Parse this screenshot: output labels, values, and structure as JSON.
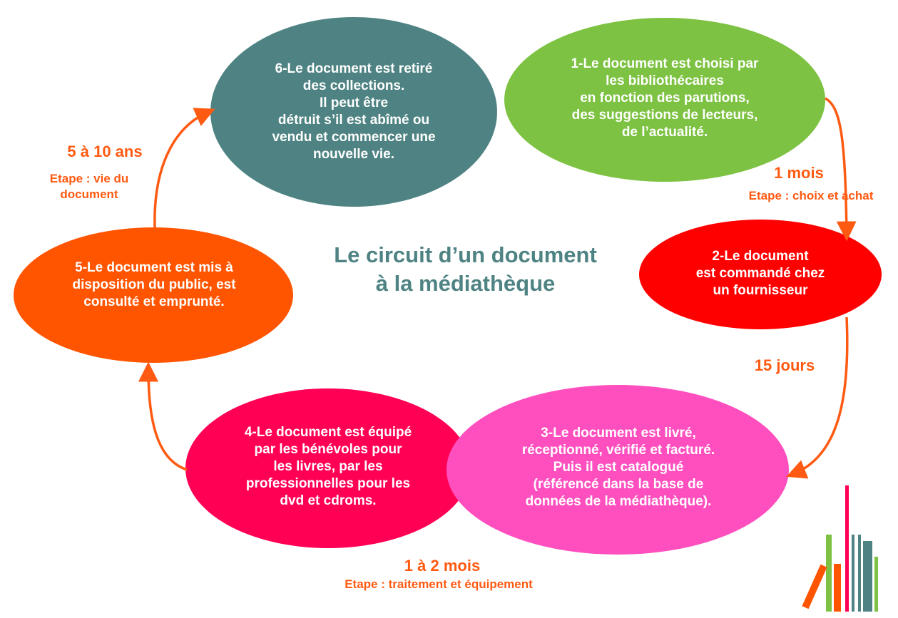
{
  "title": "Le circuit d’un document\nà la médiathèque",
  "colors": {
    "teal": "#4f8383",
    "green": "#7dc242",
    "red": "#ff0000",
    "pink": "#ff4fbf",
    "crimson": "#ff0055",
    "orange": "#ff5500",
    "arrow": "#ff5a12"
  },
  "steps": [
    {
      "id": 1,
      "text": "1-Le document est choisi par\nles bibliothécaires\nen fonction des parutions,\ndes suggestions de lecteurs,\nde l’actualité."
    },
    {
      "id": 2,
      "text": "2-Le document\nest commandé chez\nun fournisseur"
    },
    {
      "id": 3,
      "text": "3-Le document est livré,\nréceptionné, vérifié et facturé.\nPuis il est catalogué\n(référencé dans la base de\ndonnées de la médiathèque)."
    },
    {
      "id": 4,
      "text": "4-Le document est équipé\npar les bénévoles pour\nles livres, par les\nprofessionnelles pour les\ndvd et cdroms."
    },
    {
      "id": 5,
      "text": "5-Le document est mis à\ndisposition du public, est\nconsulté et emprunté."
    },
    {
      "id": 6,
      "text": "6-Le document  est retiré\ndes collections.\nIl peut être\ndétruit s’il est abîmé ou\nvendu et commencer une\nnouvelle vie."
    }
  ],
  "transitions": [
    {
      "from": 1,
      "to": 2,
      "duration": "1 mois",
      "stage": "Etape : choix et achat"
    },
    {
      "from": 2,
      "to": 3,
      "duration": "15 jours",
      "stage": ""
    },
    {
      "from": 4,
      "to": 5,
      "duration": "1 à 2 mois",
      "stage": "Etape : traitement et équipement"
    },
    {
      "from": 5,
      "to": 6,
      "duration": "5 à 10 ans",
      "stage": "Etape : vie du\ndocument"
    }
  ],
  "logo": {
    "icon": "books-on-shelf-icon"
  }
}
